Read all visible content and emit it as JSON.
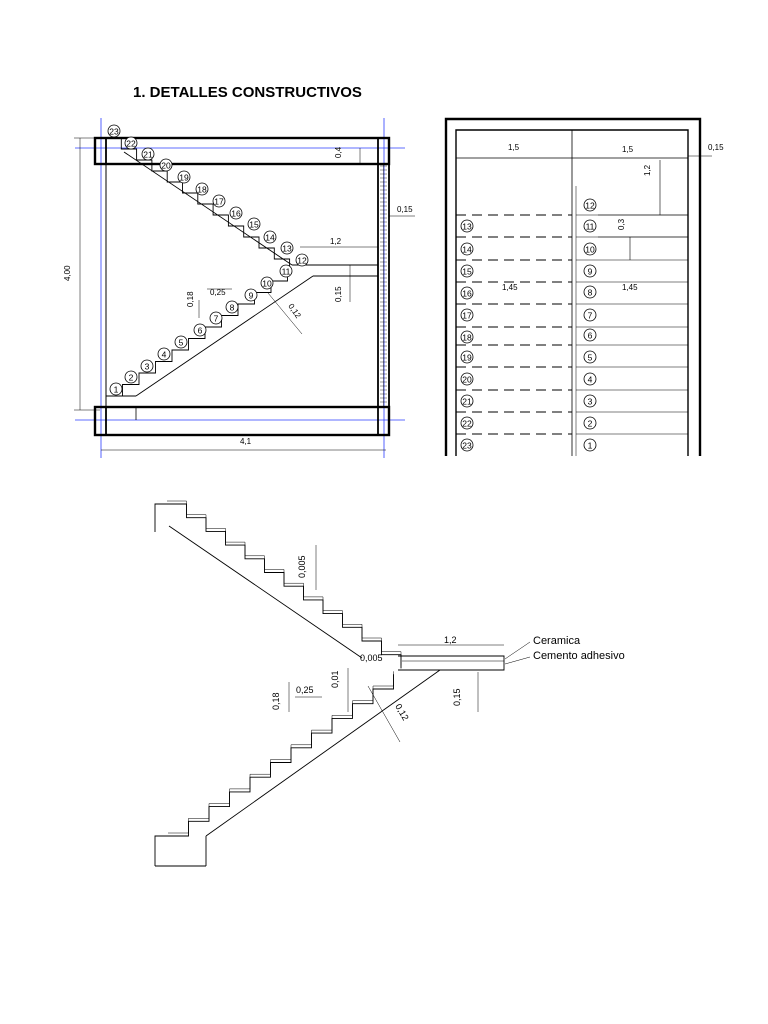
{
  "heading": "1.  DETALLES CONSTRUCTIVOS",
  "section": {
    "dims": {
      "total_height": "4,00",
      "total_width": "4,1",
      "slab_thickness": "0,4",
      "wall_thickness": "0,15",
      "landing_length": "1,2",
      "tread": "0,25",
      "riser": "0,18",
      "landing_slab": "0,15",
      "waist": "0,12"
    },
    "step_numbers": [
      "1",
      "2",
      "3",
      "4",
      "5",
      "6",
      "7",
      "8",
      "9",
      "10",
      "11",
      "12",
      "13",
      "14",
      "15",
      "16",
      "17",
      "18",
      "19",
      "20",
      "21",
      "22",
      "23"
    ]
  },
  "plan": {
    "dims": {
      "flight_width_left": "1,5",
      "flight_width_right": "1,5",
      "wall": "0,15",
      "landing_depth": "1,2",
      "step": "0,3",
      "length_left": "1,45",
      "length_right": "1,45"
    },
    "left_steps": [
      "13",
      "14",
      "15",
      "16",
      "17",
      "18",
      "19",
      "20",
      "21",
      "22",
      "23"
    ],
    "right_steps": [
      "12",
      "11",
      "10",
      "9",
      "8",
      "7",
      "6",
      "5",
      "4",
      "3",
      "2",
      "1"
    ]
  },
  "detail": {
    "dims": {
      "finish_upper": "0,005",
      "finish_landing": "0,005",
      "landing_length": "1,2",
      "tread": "0,25",
      "riser": "0,18",
      "finish_lower": "0,01",
      "landing_slab": "0,15",
      "waist": "0,12"
    },
    "legend": [
      "Ceramica",
      "Cemento adhesivo"
    ]
  }
}
